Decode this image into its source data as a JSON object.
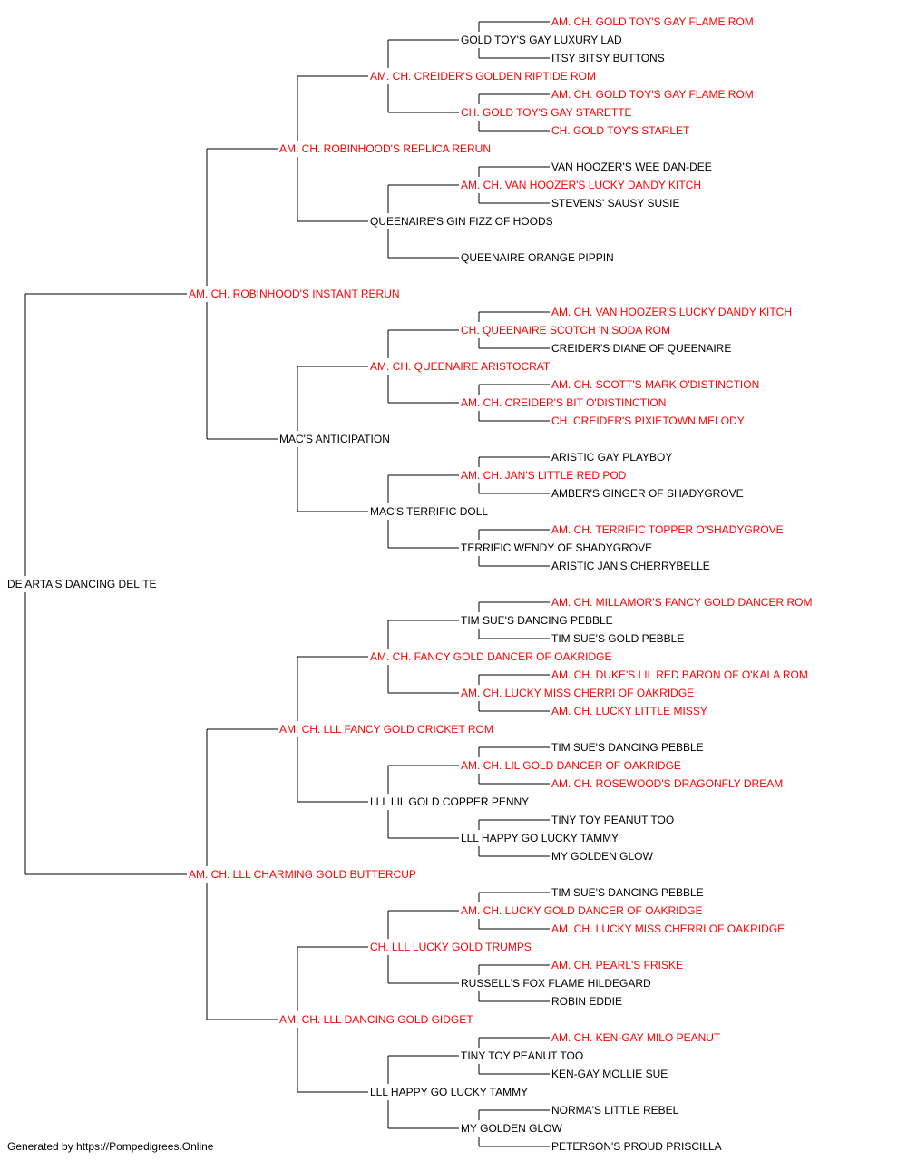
{
  "pedigree": {
    "name": "DE ARTA'S DANCING DELITE",
    "ch": false,
    "sire": {
      "name": "AM. CH. ROBINHOOD'S INSTANT RERUN",
      "ch": true,
      "sire": {
        "name": "AM. CH. ROBINHOOD'S REPLICA RERUN",
        "ch": true,
        "sire": {
          "name": "AM. CH. CREIDER'S GOLDEN RIPTIDE ROM",
          "ch": true,
          "sire": {
            "name": "GOLD TOY'S GAY LUXURY LAD",
            "ch": false,
            "sire": {
              "name": "AM. CH. GOLD TOY'S GAY FLAME ROM",
              "ch": true
            },
            "dam": {
              "name": "ITSY BITSY BUTTONS",
              "ch": false
            }
          },
          "dam": {
            "name": "CH. GOLD TOY'S GAY STARETTE",
            "ch": true,
            "sire": {
              "name": "AM. CH. GOLD TOY'S GAY FLAME ROM",
              "ch": true
            },
            "dam": {
              "name": "CH. GOLD TOY'S STARLET",
              "ch": true
            }
          }
        },
        "dam": {
          "name": "QUEENAIRE'S GIN FIZZ OF HOODS",
          "ch": false,
          "sire": {
            "name": "AM. CH. VAN HOOZER'S LUCKY DANDY KITCH",
            "ch": true,
            "sire": {
              "name": "VAN HOOZER'S WEE DAN-DEE",
              "ch": false
            },
            "dam": {
              "name": "STEVENS' SAUSY SUSIE",
              "ch": false
            }
          },
          "dam": {
            "name": "QUEENAIRE ORANGE PIPPIN",
            "ch": false
          }
        }
      },
      "dam": {
        "name": "MAC'S ANTICIPATION",
        "ch": false,
        "sire": {
          "name": "AM. CH. QUEENAIRE ARISTOCRAT",
          "ch": true,
          "sire": {
            "name": "CH. QUEENAIRE SCOTCH 'N SODA ROM",
            "ch": true,
            "sire": {
              "name": "AM. CH. VAN HOOZER'S LUCKY DANDY KITCH",
              "ch": true
            },
            "dam": {
              "name": "CREIDER'S DIANE OF QUEENAIRE",
              "ch": false
            }
          },
          "dam": {
            "name": "AM. CH. CREIDER'S BIT O'DISTINCTION",
            "ch": true,
            "sire": {
              "name": "AM. CH. SCOTT'S MARK O'DISTINCTION",
              "ch": true
            },
            "dam": {
              "name": "CH. CREIDER'S PIXIETOWN MELODY",
              "ch": true
            }
          }
        },
        "dam": {
          "name": "MAC'S TERRIFIC DOLL",
          "ch": false,
          "sire": {
            "name": "AM. CH. JAN'S LITTLE RED POD",
            "ch": true,
            "sire": {
              "name": "ARISTIC GAY PLAYBOY",
              "ch": false
            },
            "dam": {
              "name": "AMBER'S GINGER OF SHADYGROVE",
              "ch": false
            }
          },
          "dam": {
            "name": "TERRIFIC WENDY OF SHADYGROVE",
            "ch": false,
            "sire": {
              "name": "AM. CH. TERRIFIC TOPPER O'SHADYGROVE",
              "ch": true
            },
            "dam": {
              "name": "ARISTIC JAN'S CHERRYBELLE",
              "ch": false
            }
          }
        }
      }
    },
    "dam": {
      "name": "AM. CH. LLL CHARMING GOLD BUTTERCUP",
      "ch": true,
      "sire": {
        "name": "AM. CH. LLL FANCY GOLD CRICKET ROM",
        "ch": true,
        "sire": {
          "name": "AM. CH. FANCY GOLD DANCER OF OAKRIDGE",
          "ch": true,
          "sire": {
            "name": "TIM SUE'S DANCING PEBBLE",
            "ch": false,
            "sire": {
              "name": "AM. CH. MILLAMOR'S FANCY GOLD DANCER ROM",
              "ch": true
            },
            "dam": {
              "name": "TIM SUE'S GOLD PEBBLE",
              "ch": false
            }
          },
          "dam": {
            "name": "AM. CH. LUCKY MISS CHERRI OF OAKRIDGE",
            "ch": true,
            "sire": {
              "name": "AM. CH. DUKE'S LIL RED BARON OF O'KALA ROM",
              "ch": true
            },
            "dam": {
              "name": "AM. CH. LUCKY LITTLE MISSY",
              "ch": true
            }
          }
        },
        "dam": {
          "name": "LLL LIL GOLD COPPER PENNY",
          "ch": false,
          "sire": {
            "name": "AM. CH. LIL GOLD DANCER OF OAKRIDGE",
            "ch": true,
            "sire": {
              "name": "TIM SUE'S DANCING PEBBLE",
              "ch": false
            },
            "dam": {
              "name": "AM. CH. ROSEWOOD'S DRAGONFLY DREAM",
              "ch": true
            }
          },
          "dam": {
            "name": "LLL HAPPY GO LUCKY TAMMY",
            "ch": false,
            "sire": {
              "name": "TINY TOY PEANUT TOO",
              "ch": false
            },
            "dam": {
              "name": "MY GOLDEN GLOW",
              "ch": false
            }
          }
        }
      },
      "dam": {
        "name": "AM. CH. LLL DANCING GOLD GIDGET",
        "ch": true,
        "sire": {
          "name": "CH. LLL LUCKY GOLD TRUMPS",
          "ch": true,
          "sire": {
            "name": "AM. CH. LUCKY GOLD DANCER OF OAKRIDGE",
            "ch": true,
            "sire": {
              "name": "TIM SUE'S DANCING PEBBLE",
              "ch": false
            },
            "dam": {
              "name": "AM. CH. LUCKY MISS CHERRI OF OAKRIDGE",
              "ch": true
            }
          },
          "dam": {
            "name": "RUSSELL'S FOX FLAME HILDEGARD",
            "ch": false,
            "sire": {
              "name": "AM. CH. PEARL'S FRISKE",
              "ch": true
            },
            "dam": {
              "name": "ROBIN EDDIE",
              "ch": false
            }
          }
        },
        "dam": {
          "name": "LLL HAPPY GO LUCKY TAMMY",
          "ch": false,
          "sire": {
            "name": "TINY TOY PEANUT TOO",
            "ch": false,
            "sire": {
              "name": "AM. CH. KEN-GAY MILO PEANUT",
              "ch": true
            },
            "dam": {
              "name": "KEN-GAY MOLLIE SUE",
              "ch": false
            }
          },
          "dam": {
            "name": "MY GOLDEN GLOW",
            "ch": false,
            "sire": {
              "name": "NORMA'S LITTLE REBEL",
              "ch": false
            },
            "dam": {
              "name": "PETERSON'S PROUD PRISCILLA",
              "ch": false
            }
          }
        }
      }
    }
  },
  "colors": {
    "champion": "#ff0000",
    "default": "#000000",
    "line": "#000000"
  },
  "footer": "Generated by https://Pompedigrees.Online"
}
